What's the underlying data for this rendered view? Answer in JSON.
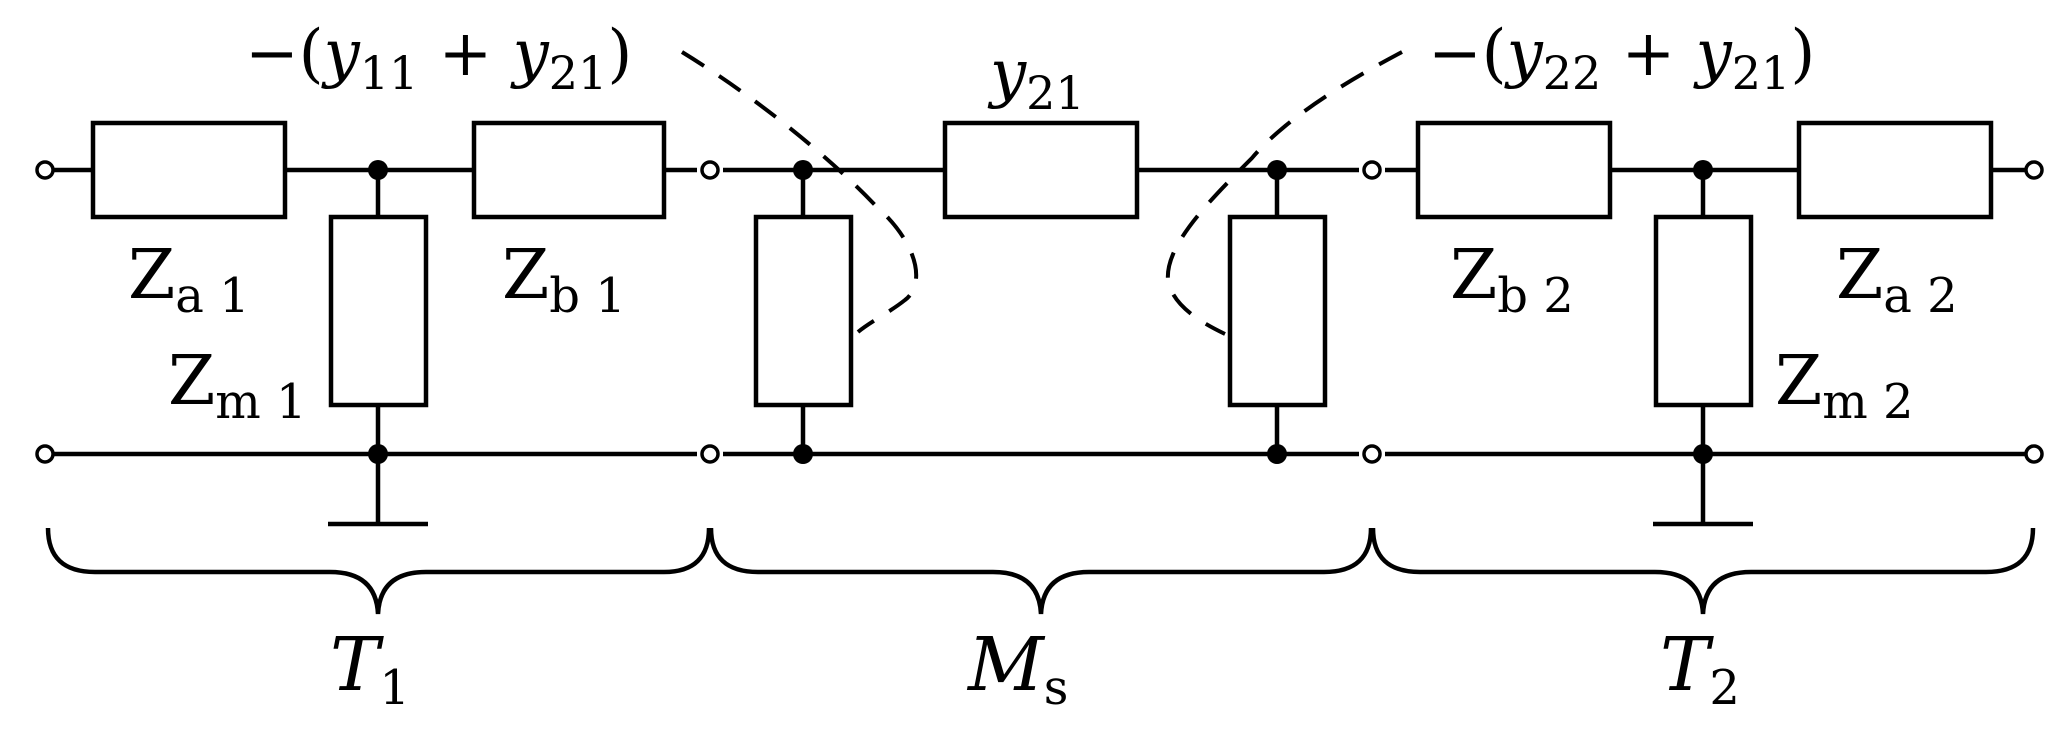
{
  "labels": {
    "za1": {
      "main": "Z",
      "sub": "a 1"
    },
    "zb1": {
      "main": "Z",
      "sub": "b 1"
    },
    "zm1": {
      "main": "Z",
      "sub": "m 1"
    },
    "zb2": {
      "main": "Z",
      "sub": "b 2"
    },
    "za2": {
      "main": "Z",
      "sub": "a 2"
    },
    "zm2": {
      "main": "Z",
      "sub": "m 2"
    },
    "y21": {
      "main": "y",
      "sub": "21"
    },
    "left_shunt": {
      "pre": "−(",
      "y1": "y",
      "s1": "11",
      "plus": " + ",
      "y2": "y",
      "s2": "21",
      "post": ")"
    },
    "right_shunt": {
      "pre": "−(",
      "y1": "y",
      "s1": "22",
      "plus": " + ",
      "y2": "y",
      "s2": "21",
      "post": ")"
    }
  },
  "sections": {
    "t1": {
      "main": "T",
      "sub": "1"
    },
    "ms": {
      "main": "M",
      "sub": "s"
    },
    "t2": {
      "main": "T",
      "sub": "2"
    }
  }
}
